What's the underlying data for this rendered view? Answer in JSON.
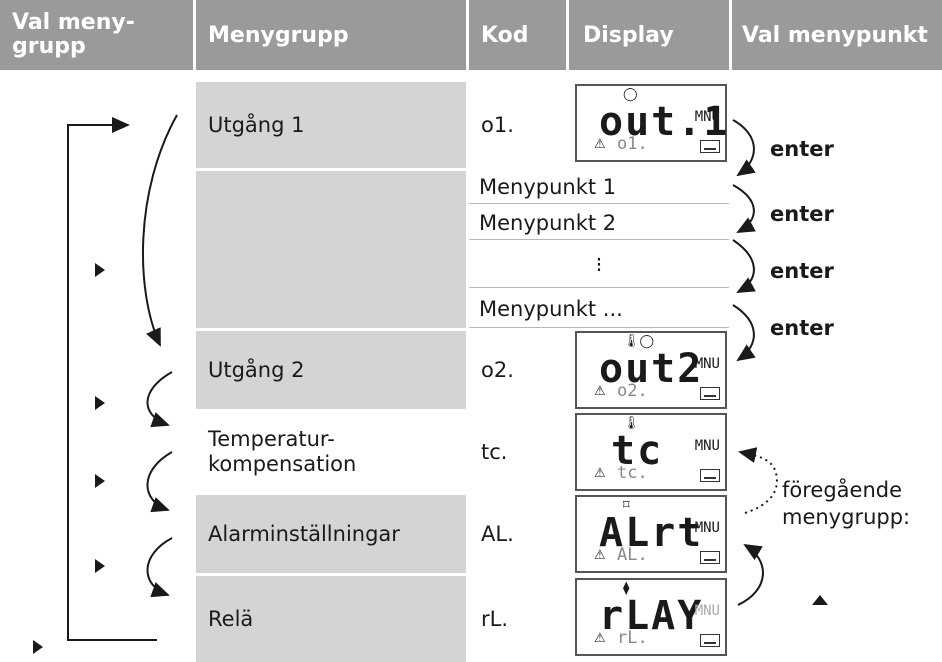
{
  "headers": {
    "col1_line1": "Val meny-",
    "col1_line2": "grupp",
    "col2": "Menygrupp",
    "col3": "Kod",
    "col4": "Display",
    "col5": "Val menypunkt"
  },
  "rows": [
    {
      "group": "Utgång 1",
      "code": "o1.",
      "lcd_main": "out.1",
      "lcd_sub": "o1.",
      "lcd_top": "◯"
    },
    {
      "group": "Utgång 2",
      "code": "o2.",
      "lcd_main": "out2",
      "lcd_sub": "o2.",
      "lcd_top": "🌡◯"
    },
    {
      "group_line1": "Temperatur-",
      "group_line2": "kompensation",
      "code": "tc.",
      "lcd_main": "tc",
      "lcd_sub": "tc.",
      "lcd_top": "🌡"
    },
    {
      "group": "Alarminställningar",
      "code": "AL.",
      "lcd_main": "ALrt",
      "lcd_sub": "AL.",
      "lcd_top": "⌑"
    },
    {
      "group": "Relä",
      "code": "rL.",
      "lcd_main": "rLAY",
      "lcd_sub": "rL.",
      "lcd_top": "⧫"
    }
  ],
  "lcd_mnu": "MNU",
  "lcd_warn": "⚠",
  "menu_items": [
    "Menypunkt 1",
    "Menypunkt 2",
    "⁝",
    "Menypunkt ..."
  ],
  "enter_labels": [
    "enter",
    "enter",
    "enter",
    "enter"
  ],
  "prev_label_line1": "föregående",
  "prev_label_line2": "menygrupp:",
  "colors": {
    "header": "#9a9a9a",
    "gray_cell": "#d4d4d4",
    "text": "#1a1a1a"
  }
}
